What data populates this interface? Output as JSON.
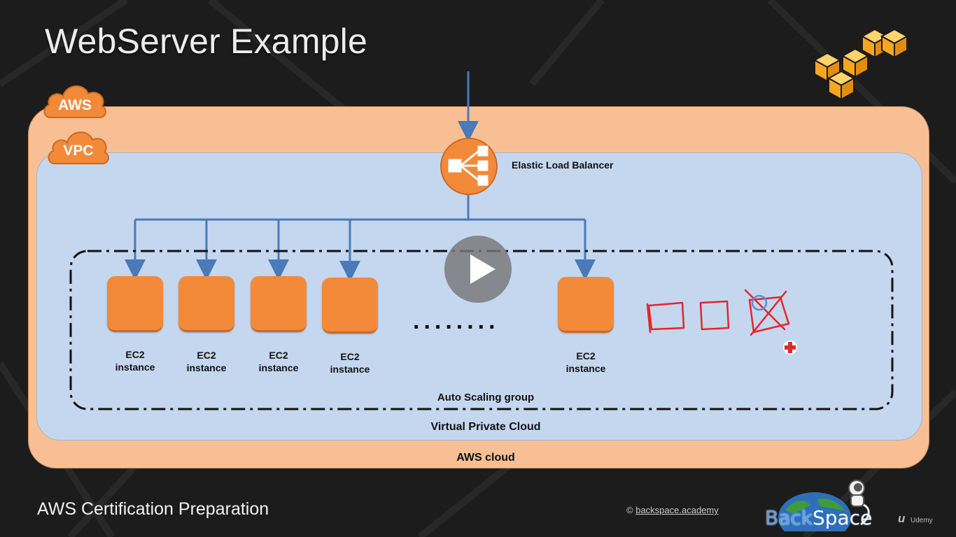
{
  "slide": {
    "title": "WebServer Example",
    "footer_left": "AWS Certification Preparation",
    "copyright_symbol": "©",
    "copyright_link": "backspace.academy",
    "brand_left": "Back",
    "brand_right": "Space",
    "udemy_mark": "u",
    "udemy_label": "Udemy"
  },
  "diagram": {
    "aws_badge": "AWS",
    "vpc_badge": "VPC",
    "elb_label": "Elastic Load Balancer",
    "ellipsis": "........",
    "ec2_instances": [
      {
        "line1": "EC2",
        "line2": "instance"
      },
      {
        "line1": "EC2",
        "line2": "instance"
      },
      {
        "line1": "EC2",
        "line2": "instance"
      },
      {
        "line1": "EC2",
        "line2": "instance"
      },
      {
        "line1": "EC2",
        "line2": "instance"
      }
    ],
    "asg_label": "Auto Scaling group",
    "vpc_label": "Virtual Private Cloud",
    "aws_cloud_label": "AWS cloud"
  },
  "colors": {
    "aws_orange": "#f28a3a",
    "aws_cloud_fill": "#f8bf94",
    "vpc_fill": "#c4d7ef",
    "arrow_blue": "#4a7ab8",
    "annotation_red": "#e8232a"
  },
  "icons": [
    "aws-cubes-logo-icon",
    "load-balancer-icon",
    "play-icon",
    "cursor-crosshair-icon",
    "astronaut-icon",
    "globe-icon"
  ]
}
